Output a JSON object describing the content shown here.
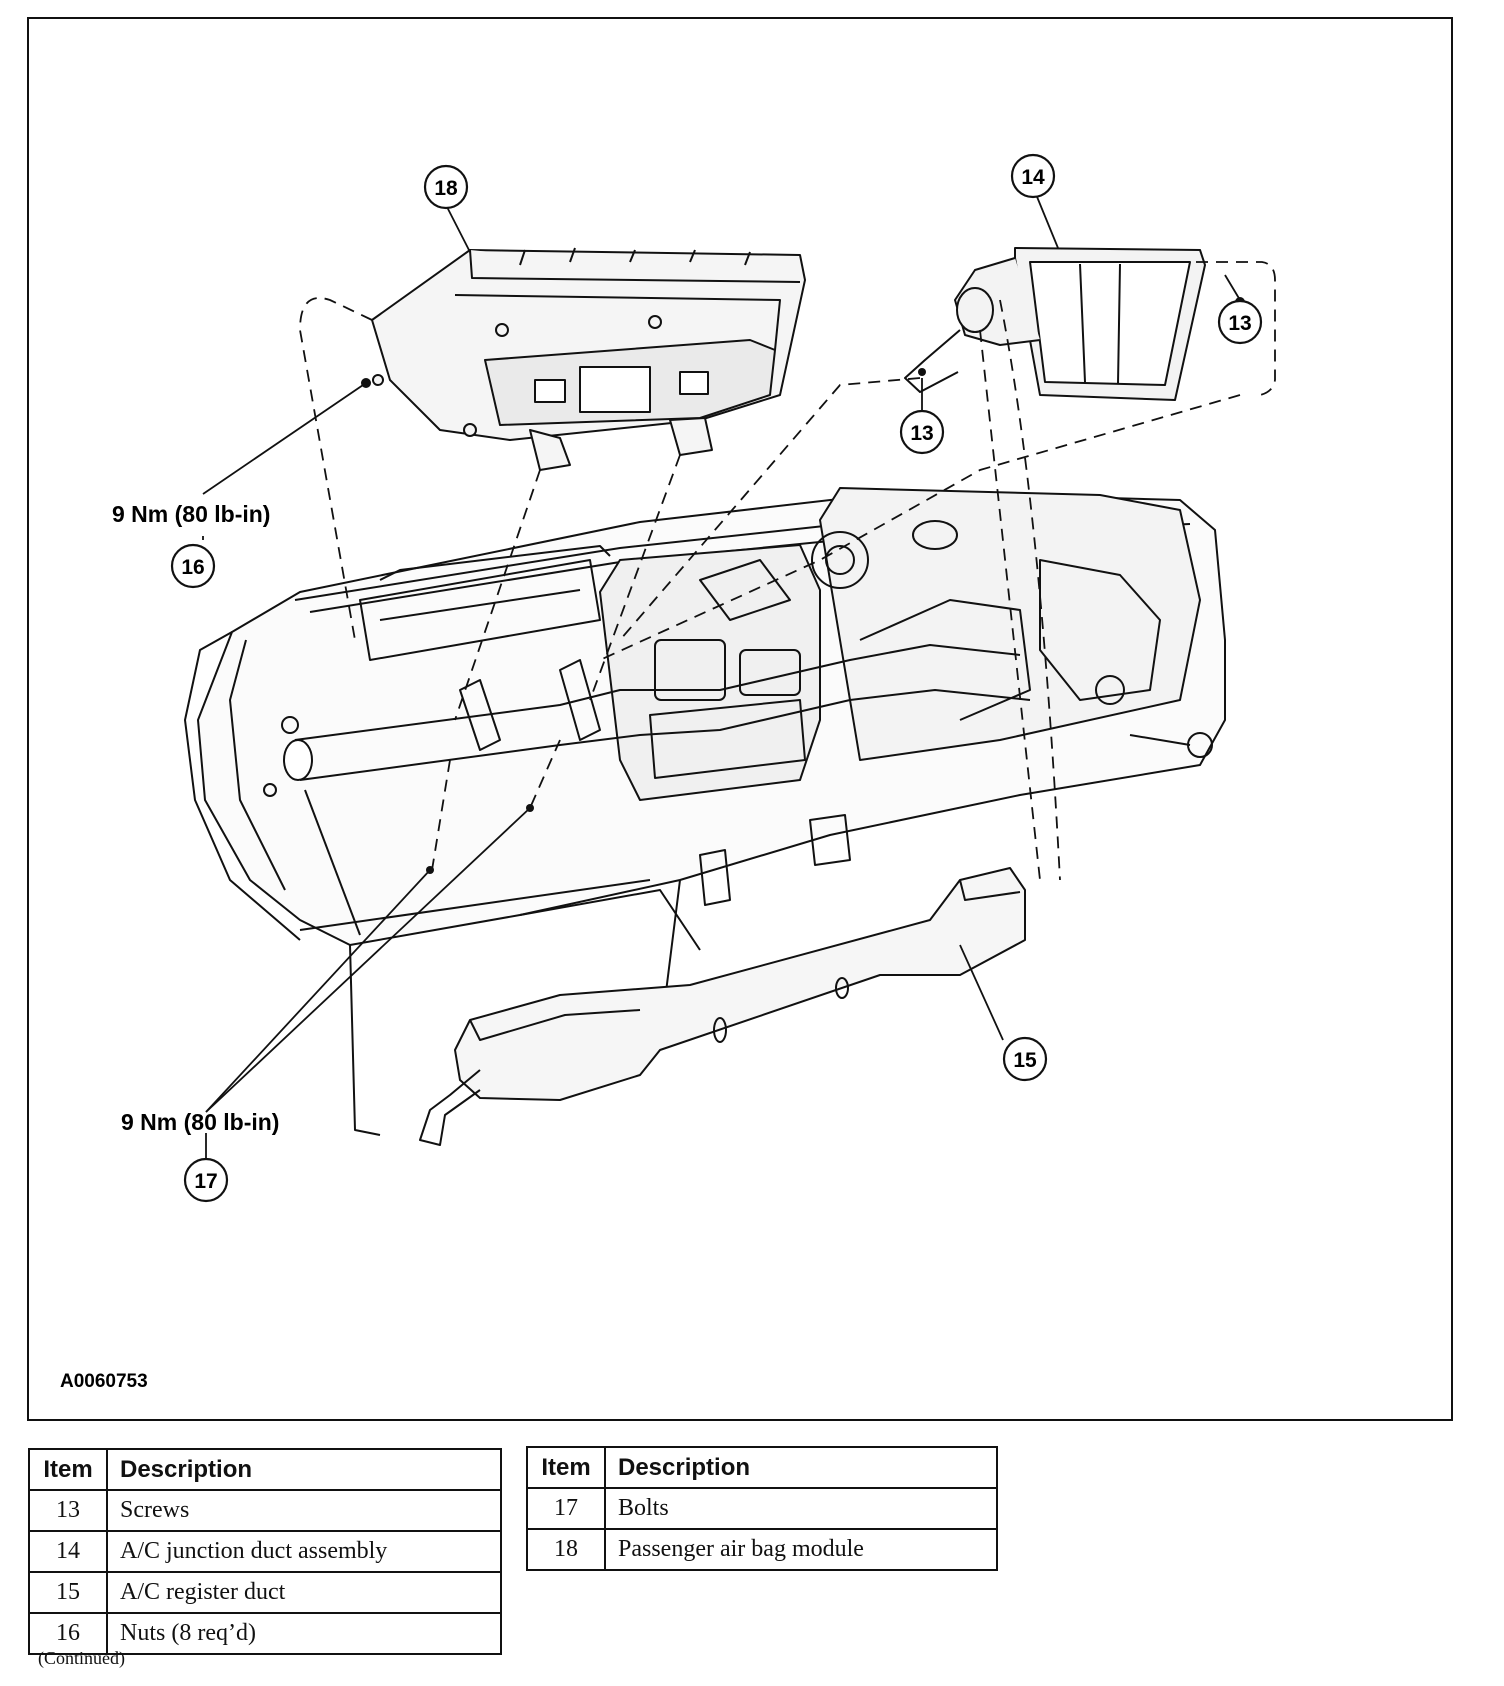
{
  "figure": {
    "figure_id": "A0060753",
    "callouts": [
      "18",
      "14",
      "13",
      "13",
      "16",
      "15",
      "17"
    ],
    "torque_16": "9 Nm (80 lb-in)",
    "torque_17": "9 Nm (80 lb-in)"
  },
  "legend_left": {
    "headers": {
      "item": "Item",
      "description": "Description"
    },
    "rows": [
      {
        "item": "13",
        "description": "Screws"
      },
      {
        "item": "14",
        "description": "A/C junction duct assembly"
      },
      {
        "item": "15",
        "description": "A/C register duct"
      },
      {
        "item": "16",
        "description": "Nuts (8 req’d)"
      }
    ]
  },
  "legend_right": {
    "headers": {
      "item": "Item",
      "description": "Description"
    },
    "rows": [
      {
        "item": "17",
        "description": "Bolts"
      },
      {
        "item": "18",
        "description": "Passenger air bag module"
      }
    ]
  },
  "footer": {
    "continued": "(Continued)"
  }
}
